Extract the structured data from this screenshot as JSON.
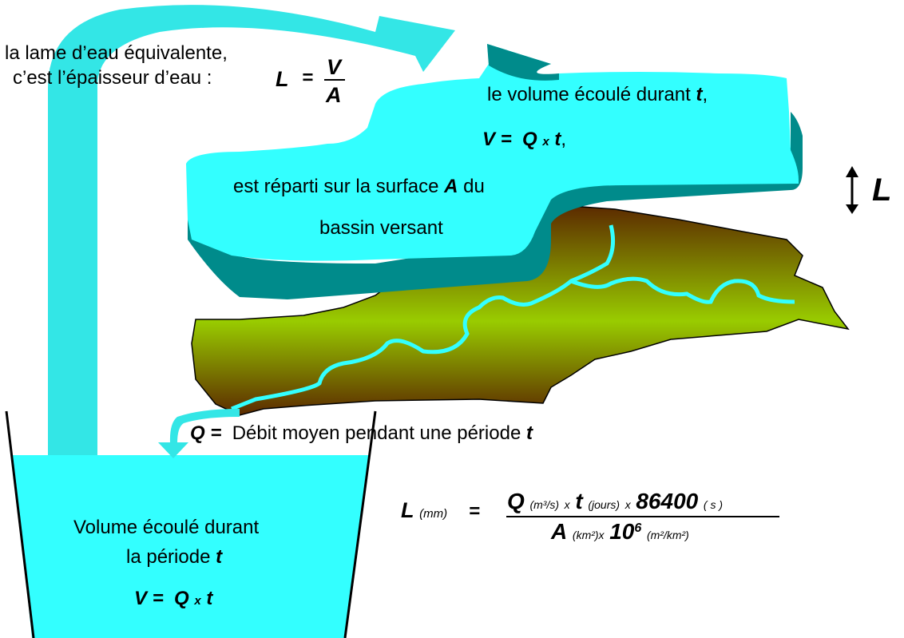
{
  "colors": {
    "water_light": "#33FFFF",
    "water_dark": "#008B8B",
    "ground_top": "#5C2A00",
    "ground_bottom": "#99CC00",
    "river": "#33FFFF",
    "arrow": "#33E6E6"
  },
  "top_left": {
    "line1": "la lame d’eau équivalente,",
    "line2": "c’est l’épaisseur d’eau :",
    "formula_L": "L",
    "equals": "=",
    "numerator": "V",
    "denominator": "A"
  },
  "slab": {
    "line1_text": "le volume écoulé durant ",
    "line1_t": "t",
    "line1_comma": ",",
    "line2_V": "V",
    "line2_eq": "=",
    "line2_Q": "Q",
    "line2_x": "x",
    "line2_t": "t",
    "line2_comma": ",",
    "line3_text": "est réparti sur la surface ",
    "line3_A": "A",
    "line3_du": " du",
    "line4_text": "bassin versant"
  },
  "thickness_label": "L",
  "flow_label": {
    "Q": "Q",
    "equals": "=",
    "text": "Débit moyen pendant une période ",
    "t": "t"
  },
  "bucket": {
    "line1": "Volume écoulé durant",
    "line2_text": "la période ",
    "line2_t": "t",
    "line3_V": "V",
    "line3_eq": "=",
    "line3_Q": "Q",
    "line3_x": "x",
    "line3_t": "t"
  },
  "formula": {
    "L": "L",
    "L_unit": "(mm)",
    "equals": "=",
    "Q": "Q",
    "Q_unit": "(m³/s)",
    "x1": "x",
    "t": "t",
    "t_unit": "(jours)",
    "x2": "x",
    "seconds": "86400",
    "seconds_unit": "( s )",
    "A": "A",
    "A_unit": "(km²)x",
    "ten": "10",
    "exp": "6",
    "conv_unit": "(m²/km²)"
  }
}
